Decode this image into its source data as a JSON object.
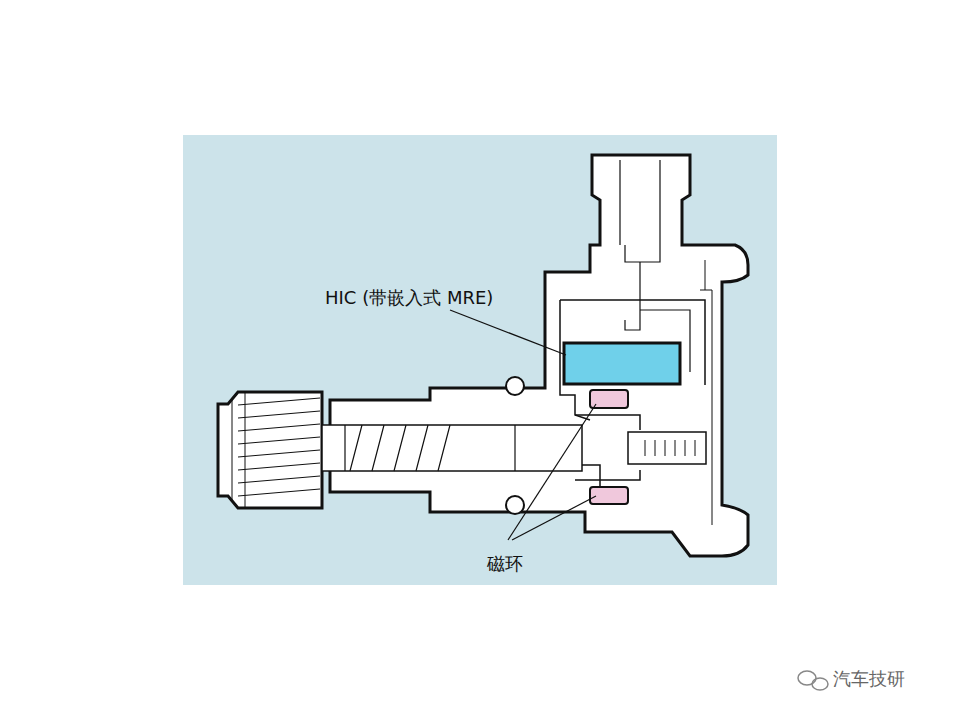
{
  "diagram": {
    "labels": [
      "HIC (带嵌入式 MRE)",
      "磁环",
      "汽车技研"
    ]
  }
}
